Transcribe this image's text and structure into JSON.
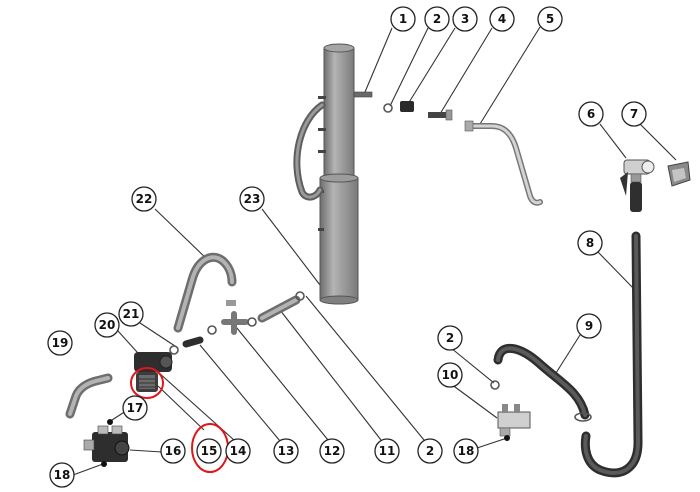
{
  "diagram": {
    "callouts": [
      {
        "id": "c1",
        "label": "1"
      },
      {
        "id": "c2a",
        "label": "2"
      },
      {
        "id": "c3",
        "label": "3"
      },
      {
        "id": "c4",
        "label": "4"
      },
      {
        "id": "c5",
        "label": "5"
      },
      {
        "id": "c6",
        "label": "6"
      },
      {
        "id": "c7",
        "label": "7"
      },
      {
        "id": "c8",
        "label": "8"
      },
      {
        "id": "c9",
        "label": "9"
      },
      {
        "id": "c2b",
        "label": "2"
      },
      {
        "id": "c10",
        "label": "10"
      },
      {
        "id": "c18a",
        "label": "18"
      },
      {
        "id": "c22",
        "label": "22"
      },
      {
        "id": "c23",
        "label": "23"
      },
      {
        "id": "c20",
        "label": "20"
      },
      {
        "id": "c21",
        "label": "21"
      },
      {
        "id": "c19",
        "label": "19"
      },
      {
        "id": "c17",
        "label": "17"
      },
      {
        "id": "c16",
        "label": "16"
      },
      {
        "id": "c15",
        "label": "15"
      },
      {
        "id": "c14",
        "label": "14"
      },
      {
        "id": "c13",
        "label": "13"
      },
      {
        "id": "c12",
        "label": "12"
      },
      {
        "id": "c11",
        "label": "11"
      },
      {
        "id": "c2c",
        "label": "2"
      },
      {
        "id": "c18b",
        "label": "18"
      }
    ],
    "highlight_color": "#e0161b",
    "part_color": "#8f8f8f",
    "dark_part_color": "#3a3a3a"
  }
}
